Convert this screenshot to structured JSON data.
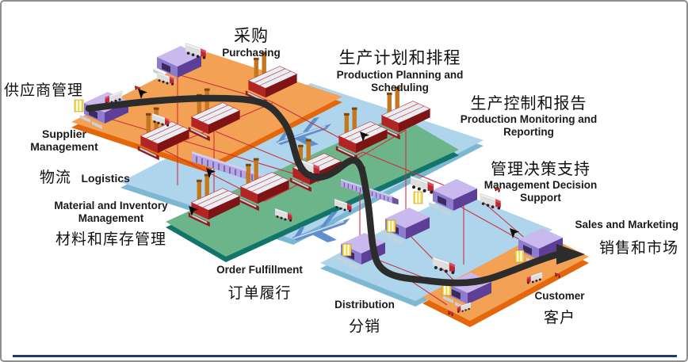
{
  "slide": {
    "description": "Supply chain management overview diagram (isometric illustration with bilingual labels)"
  },
  "colors": {
    "background": "#ffffff",
    "slide-border": "#8f8f8f",
    "bottom-rule": "#203a6e",
    "platform-orange": "#f2a155",
    "platform-orange-edge": "#e4670b",
    "platform-blue": "#aed5ec",
    "platform-blue-edge": "#7db8d2",
    "platform-green": "#6cb58a",
    "platform-green-edge": "#11756a",
    "route": "#2c2c2c",
    "network": "#cf3040",
    "warehouse-top": "#c9b9ee",
    "warehouse-front": "#8d7bce",
    "warehouse-side": "#5e3f97",
    "factory-body": "#b32424",
    "factory-dark": "#7e1414",
    "factory-roof": "#e9eef5",
    "chimney": "#c4771d",
    "truck-body": "#f2f2f2",
    "truck-cab": "#c22533",
    "train": "#b6a6e4",
    "train-stripe": "#5a4898",
    "plane": "#618fcc",
    "pallet": "#f0d94e",
    "dock": "#c9d2dc"
  },
  "labels": {
    "purchasing": {
      "zh": "采购",
      "en": "Purchasing"
    },
    "production_planning": {
      "zh": "生产计划和排程",
      "en_line1": "Production Planning and",
      "en_line2": "Scheduling"
    },
    "supplier_management": {
      "zh": "供应商管理",
      "en_line1": "Supplier",
      "en_line2": "Management"
    },
    "logistics": {
      "zh": "物流",
      "en": "Logistics"
    },
    "production_monitoring": {
      "zh": "生产控制和报告",
      "en_line1": "Production Monitoring and",
      "en_line2": "Reporting"
    },
    "decision_support": {
      "zh": "管理决策支持",
      "en_line1": "Management Decision",
      "en_line2": "Support"
    },
    "material_inventory": {
      "zh": "材料和库存管理",
      "en_line1": "Material and Inventory",
      "en_line2": "Management"
    },
    "order_fulfillment": {
      "zh": "订单履行",
      "en": "Order Fulfillment"
    },
    "distribution": {
      "zh": "分销",
      "en": "Distribution"
    },
    "sales_marketing": {
      "zh": "销售和市场",
      "en": "Sales and Marketing"
    },
    "customer": {
      "zh": "客户",
      "en": "Customer"
    }
  }
}
